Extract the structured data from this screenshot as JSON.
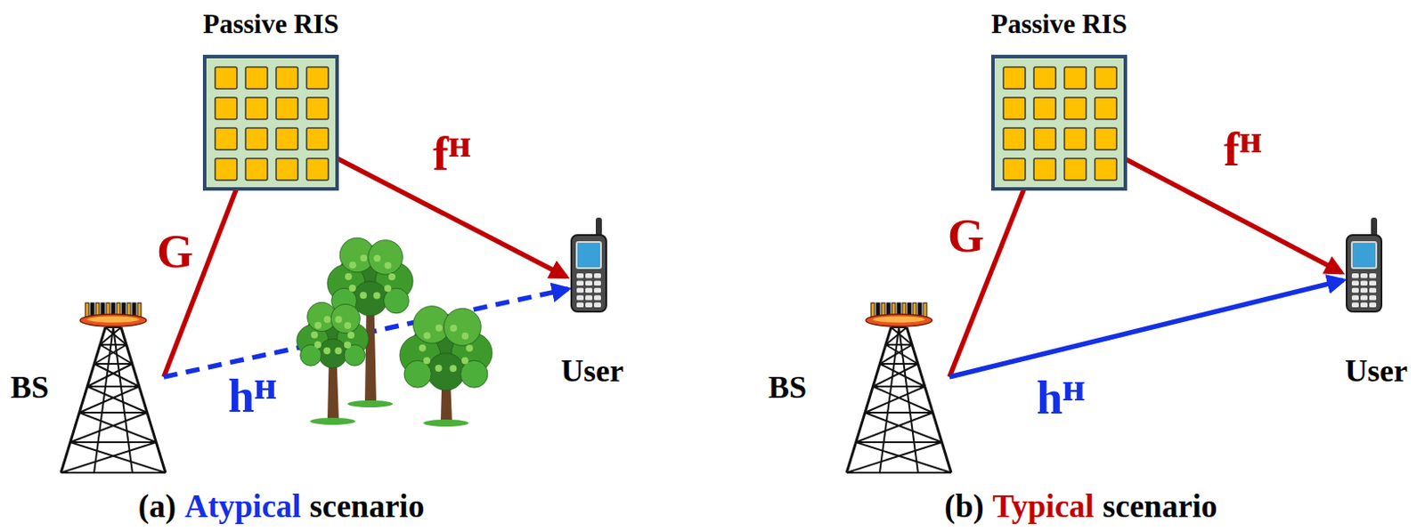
{
  "diagram": {
    "nodes": [
      {
        "text": [
          "Passive RIS"
        ]
      },
      {
        "text": [
          "BS"
        ]
      },
      {
        "text": [
          "User"
        ]
      },
      {
        "text": [
          "Passive RIS"
        ]
      },
      {
        "text": [
          "BS"
        ]
      },
      {
        "text": [
          "User"
        ]
      }
    ],
    "edges": [
      {
        "from": 1,
        "to": 0,
        "arrow": "to",
        "label": "G"
      },
      {
        "from": 0,
        "to": 2,
        "arrow": "to",
        "label": "fᴴ"
      },
      {
        "from": 1,
        "to": 2,
        "arrow": "to",
        "label": "hᴴ"
      },
      {
        "from": 4,
        "to": 3,
        "arrow": "to",
        "label": "G"
      },
      {
        "from": 3,
        "to": 5,
        "arrow": "to",
        "label": "fᴴ"
      },
      {
        "from": 4,
        "to": 5,
        "arrow": "to",
        "label": "hᴴ"
      }
    ],
    "labels": [
      "(a)",
      "Atypical",
      "scenario",
      "(b)",
      "Typical",
      "scenario"
    ]
  }
}
